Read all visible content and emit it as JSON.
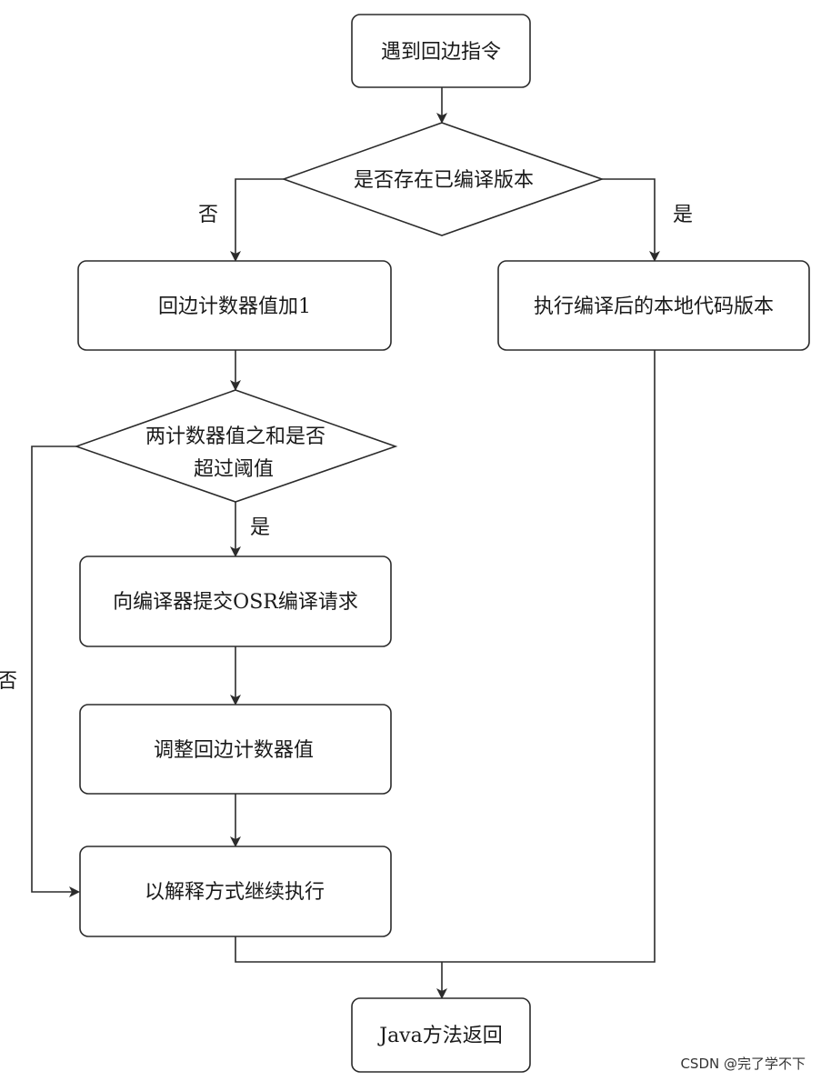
{
  "nodes": {
    "start": "遇到回边指令",
    "check_compiled": "是否存在已编译版本",
    "increment_counter": "回边计数器值加1",
    "execute_native": "执行编译后的本地代码版本",
    "threshold_check_line1": "两计数器值之和是否",
    "threshold_check_line2": "超过阈值",
    "submit_osr": "向编译器提交OSR编译请求",
    "adjust_counter": "调整回边计数器值",
    "continue_interpret": "以解释方式继续执行",
    "method_return": "Java方法返回"
  },
  "edge_labels": {
    "compiled_no": "否",
    "compiled_yes": "是",
    "threshold_yes": "是",
    "threshold_no": "否"
  },
  "watermark": "CSDN @完了学不下",
  "colors": {
    "stroke": "#2b2b2b",
    "text": "#1a1a1a",
    "background": "#ffffff"
  }
}
